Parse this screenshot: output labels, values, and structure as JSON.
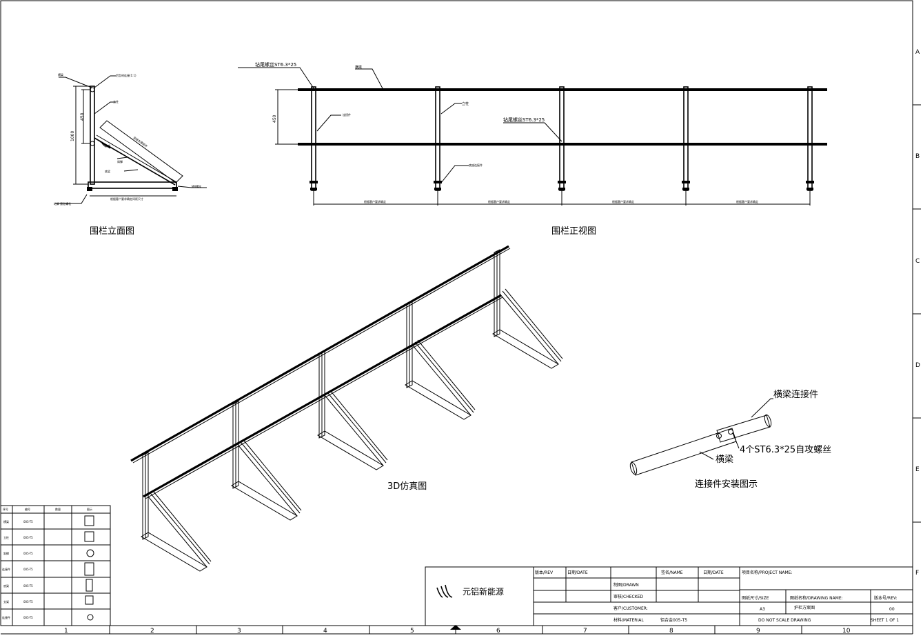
{
  "frame": {
    "col_numbers": [
      "1",
      "2",
      "3",
      "4",
      "5",
      "6",
      "7",
      "8",
      "9",
      "10"
    ],
    "row_letters": [
      "A",
      "B",
      "C",
      "D",
      "E",
      "F"
    ]
  },
  "views": {
    "side_title": "围栏立面图",
    "front_title": "围栏正视图",
    "iso_title": "3D仿真图",
    "connector_title": "连接件安装图示"
  },
  "side_view": {
    "dim_450": "450",
    "dim_1000": "1000",
    "label_top": "横梁",
    "label_top_right": "铝型材连接(1:1)",
    "label_pipe": "立柱",
    "label_diagonal": "连接支撑组件",
    "label_support": "斜撑",
    "label_bracket": "支架",
    "label_brace": "底梁",
    "label_base": "底座连接件固定",
    "label_bottom_left": "地脚\n膨胀螺栓",
    "label_bottom_dim": "根据客户要求确定间距尺寸",
    "label_bolt": "M8螺栓"
  },
  "front_view": {
    "dim_450": "450",
    "label_screw": "钻尾螺丝ST6.3*25",
    "label_rail": "横梁",
    "label_post": "立柱",
    "label_connector": "连接件",
    "label_screw2": "钻尾螺丝ST6.3*25",
    "label_base": "底座连接件",
    "spans": [
      "根据客户要求确定",
      "根据客户要求确定",
      "根据客户要求确定",
      "根据客户要求确定"
    ]
  },
  "connector": {
    "label_part": "横梁连接件",
    "label_screws": "4个ST6.3*25自攻螺丝",
    "label_beam": "横梁"
  },
  "parts_table": {
    "headers": [
      "序号",
      "编号",
      "数量",
      "图示"
    ],
    "rows": [
      {
        "name": "横梁",
        "code": "005-T5"
      },
      {
        "name": "立柱",
        "code": "005-T5"
      },
      {
        "name": "斜撑",
        "code": "005-T5"
      },
      {
        "name": "连接件",
        "code": "005-T5"
      },
      {
        "name": "底梁",
        "code": "005-T5"
      },
      {
        "name": "支架",
        "code": "005-T5"
      },
      {
        "name": "连接件",
        "code": "005-T5"
      }
    ]
  },
  "title_block": {
    "company": "元铝新能源",
    "rev_label": "版本/REV",
    "date_label": "日期/DATE",
    "name_label": "签名/NAME",
    "date_label2": "日期/DATE",
    "project_label": "项目名称/PROJECT NAME:",
    "drawn_label": "制图/DRAWN",
    "checked_label": "审核/CHECKED",
    "customer_label": "客户/CUSTOMER:",
    "material_label": "材料/MATERIAL",
    "material_value": "铝合金005-T5",
    "size_label": "图纸尺寸/SIZE",
    "size_value": "A3",
    "drawing_name_label": "图纸名称/DRAWING NAME:",
    "drawing_name_value": "护栏方案图",
    "rev_label2": "版本号/REV:",
    "rev_value": "00",
    "dns": "DO NOT SCALE DRAWING",
    "sheet": "SHEET 1 OF 1"
  }
}
